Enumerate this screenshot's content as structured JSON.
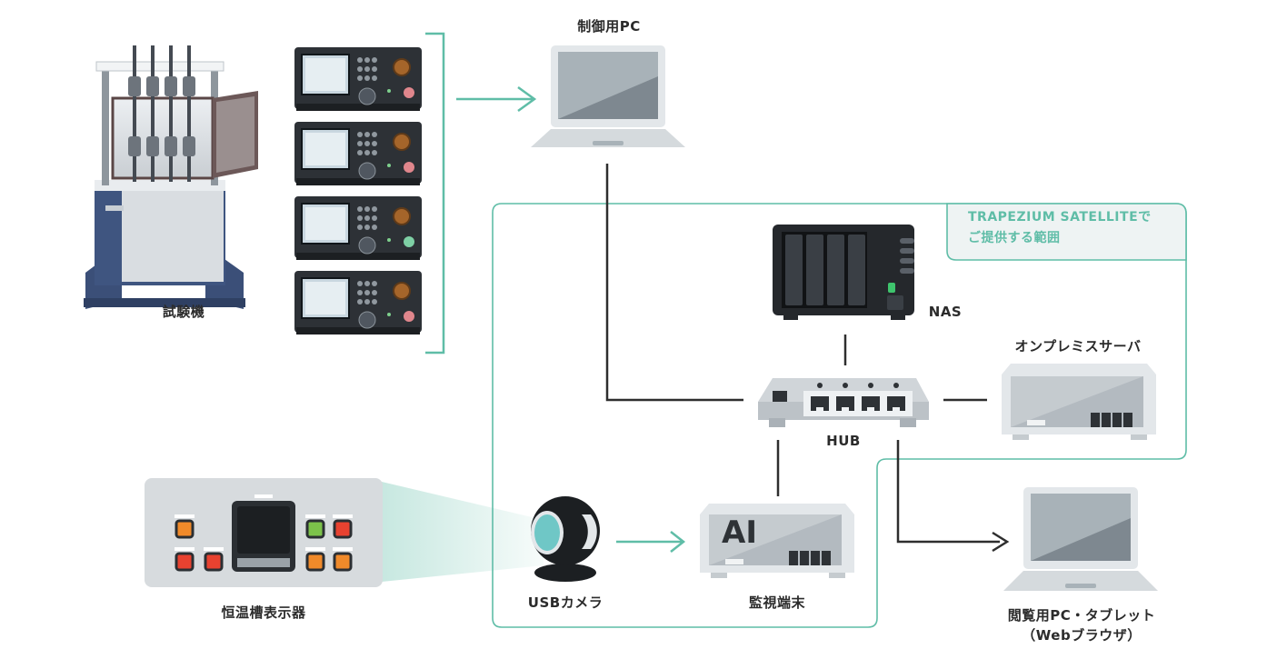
{
  "labels": {
    "tester": "試験機",
    "control_pc": "制御用PC",
    "nas": "NAS",
    "onpremise_server": "オンプレミスサーバ",
    "hub": "HUB",
    "chamber_display": "恒温槽表示器",
    "usb_camera": "USBカメラ",
    "monitor_terminal": "監視端末",
    "viewer_pc_line1": "閲覧用PC・タブレット",
    "viewer_pc_line2": "（Webブラウザ）",
    "ai_text": "AI"
  },
  "scope": {
    "line1": "TRAPEZIUM SATELLITEで",
    "line2": "ご提供する範囲"
  },
  "colors": {
    "accent_green": "#5fbda7",
    "line_dark": "#2e2e2e",
    "device_light": "#e3e7ea",
    "device_mid": "#c5cbcf"
  }
}
